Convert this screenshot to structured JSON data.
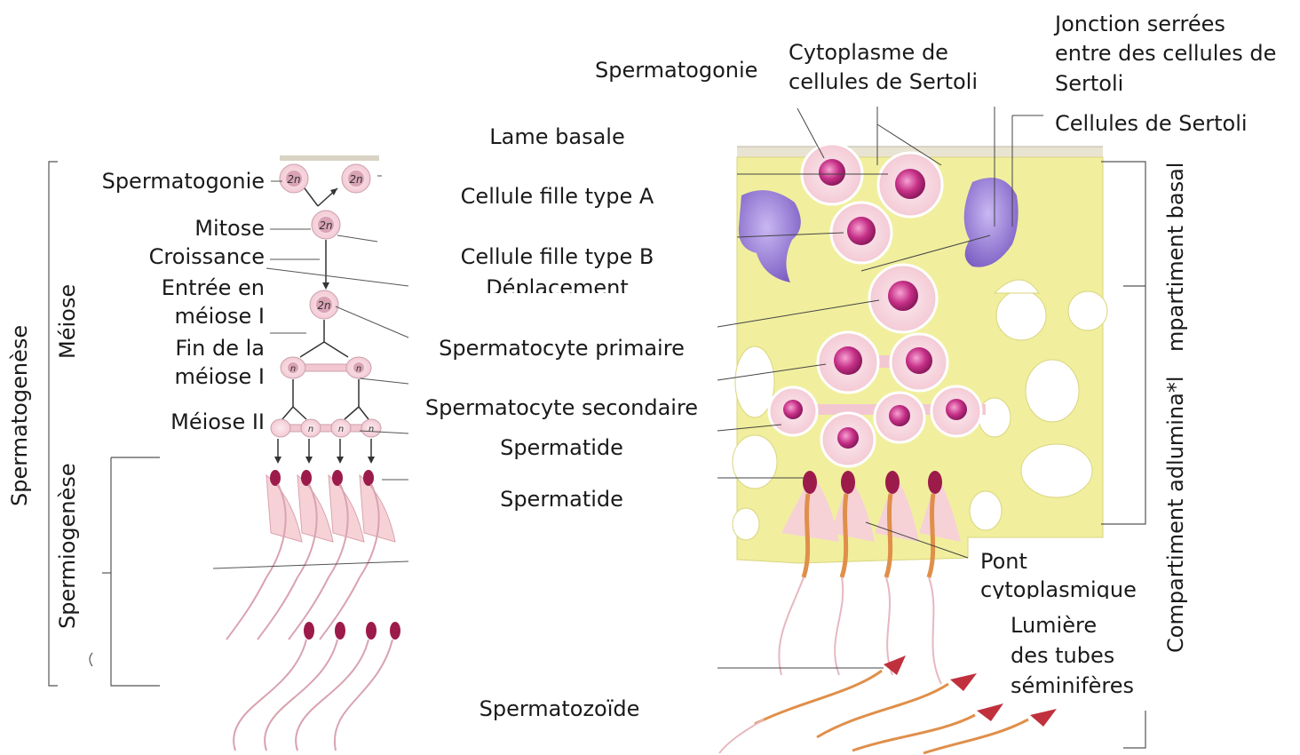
{
  "left_panel": {
    "labels": {
      "spermatogonie": "Spermatogonie",
      "mitose": "Mitose",
      "croissance": "Croissance",
      "entree_meiose": [
        "Entrée en",
        "méiose I"
      ],
      "fin_meiose": [
        "Fin de la",
        "méiose I"
      ],
      "meiose_2": "Méiose II"
    },
    "brackets": {
      "spermatogenese": "Spermatogenèse",
      "meiose": "Méiose",
      "spermiogenese": "Spermiogenèse"
    },
    "cell_marks": {
      "diploid": "2n",
      "haploid": "n"
    }
  },
  "middle_labels": {
    "lame_basale": "Lame basale",
    "cellule_fille_a": "Cellule fille type A",
    "cellule_fille_b": "Cellule fille type B",
    "deplacement": "Déplacement",
    "spermatocyte_primaire": "Spermatocyte primaire",
    "spermatocyte_secondaire": "Spermatocyte secondaire",
    "spermatide_1": "Spermatide",
    "spermatide_2": "Spermatide",
    "spermatozoide": "Spermatozoïde"
  },
  "right_panel": {
    "spermatogonie": "Spermatogonie",
    "cytoplasme": [
      "Cytoplasme de",
      "cellules de Sertoli"
    ],
    "jonction": [
      "Jonction serrées",
      "entre des cellules de",
      "Sertoli"
    ],
    "cellules_sertoli": "Cellules de Sertoli",
    "compartiment_basal": "mpartiment basal",
    "compartiment_adluminal": "Compartiment adlumina*l",
    "pont": [
      "Pont",
      "cytoplasmique"
    ],
    "lumiere": [
      "Lumière",
      "des tubes",
      "séminifères"
    ]
  },
  "colors": {
    "tissue_yellow": "#f1ef9e",
    "cell_pink": "#f8dde2",
    "nucleus_magenta": "#c52f86",
    "sertoli_nucleus_purple": "#9b7fd6",
    "spermatid_head": "#9c1b4a",
    "line_gray": "#555555"
  }
}
